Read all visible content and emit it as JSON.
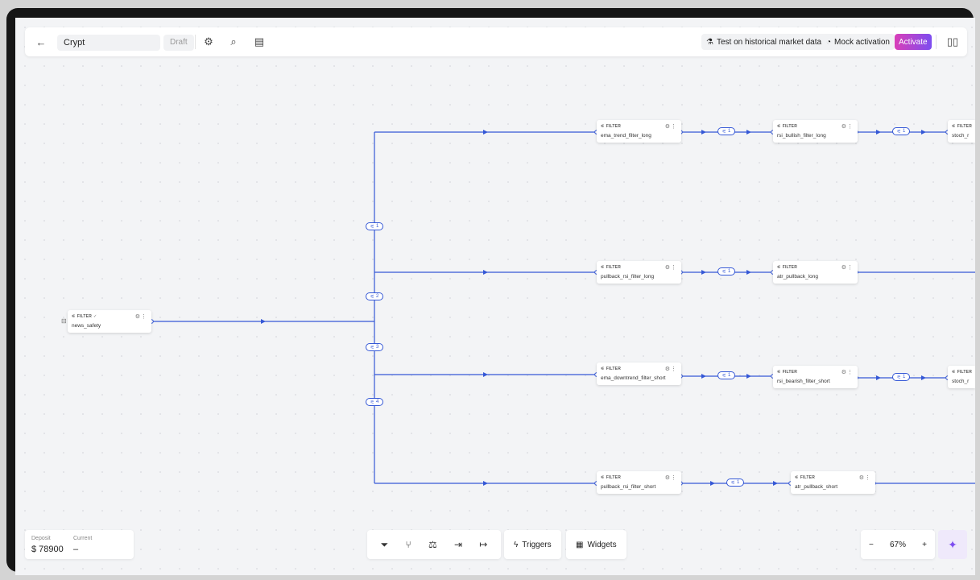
{
  "header": {
    "workflow_name": "Crypt",
    "status_badge": "Draft",
    "test_button_label": "Test on historical market data",
    "mock_button_label": "Mock activation",
    "activate_button_label": "Activate"
  },
  "canvas": {
    "source_node": {
      "type_label": "FILTER",
      "name": "news_safety"
    },
    "branches": [
      {
        "label": "1"
      },
      {
        "label": "2"
      },
      {
        "label": "3"
      },
      {
        "label": "4"
      }
    ],
    "nodes": [
      {
        "type_label": "FILTER",
        "name": "ema_trend_filter_long"
      },
      {
        "type_label": "FILTER",
        "name": "rsi_bullish_filter_long"
      },
      {
        "type_label": "FILTER",
        "name": "stoch_r"
      },
      {
        "type_label": "FILTER",
        "name": "pullback_rsi_filter_long"
      },
      {
        "type_label": "FILTER",
        "name": "atr_pullback_long"
      },
      {
        "type_label": "FILTER",
        "name": "ema_downtrend_filter_short"
      },
      {
        "type_label": "FILTER",
        "name": "rsi_bearish_filter_short"
      },
      {
        "type_label": "FILTER",
        "name": "stoch_r"
      },
      {
        "type_label": "FILTER",
        "name": "pullback_rsi_filter_short"
      },
      {
        "type_label": "FILTER",
        "name": "atr_pullback_short"
      }
    ],
    "connectors": [
      "1",
      "1",
      "1",
      "1",
      "1",
      "1"
    ]
  },
  "footer": {
    "deposit_label": "Deposit",
    "deposit_value": "$ 78900",
    "current_label": "Current",
    "current_value": "–",
    "triggers_label": "Triggers",
    "widgets_label": "Widgets",
    "zoom_level": "67%"
  }
}
